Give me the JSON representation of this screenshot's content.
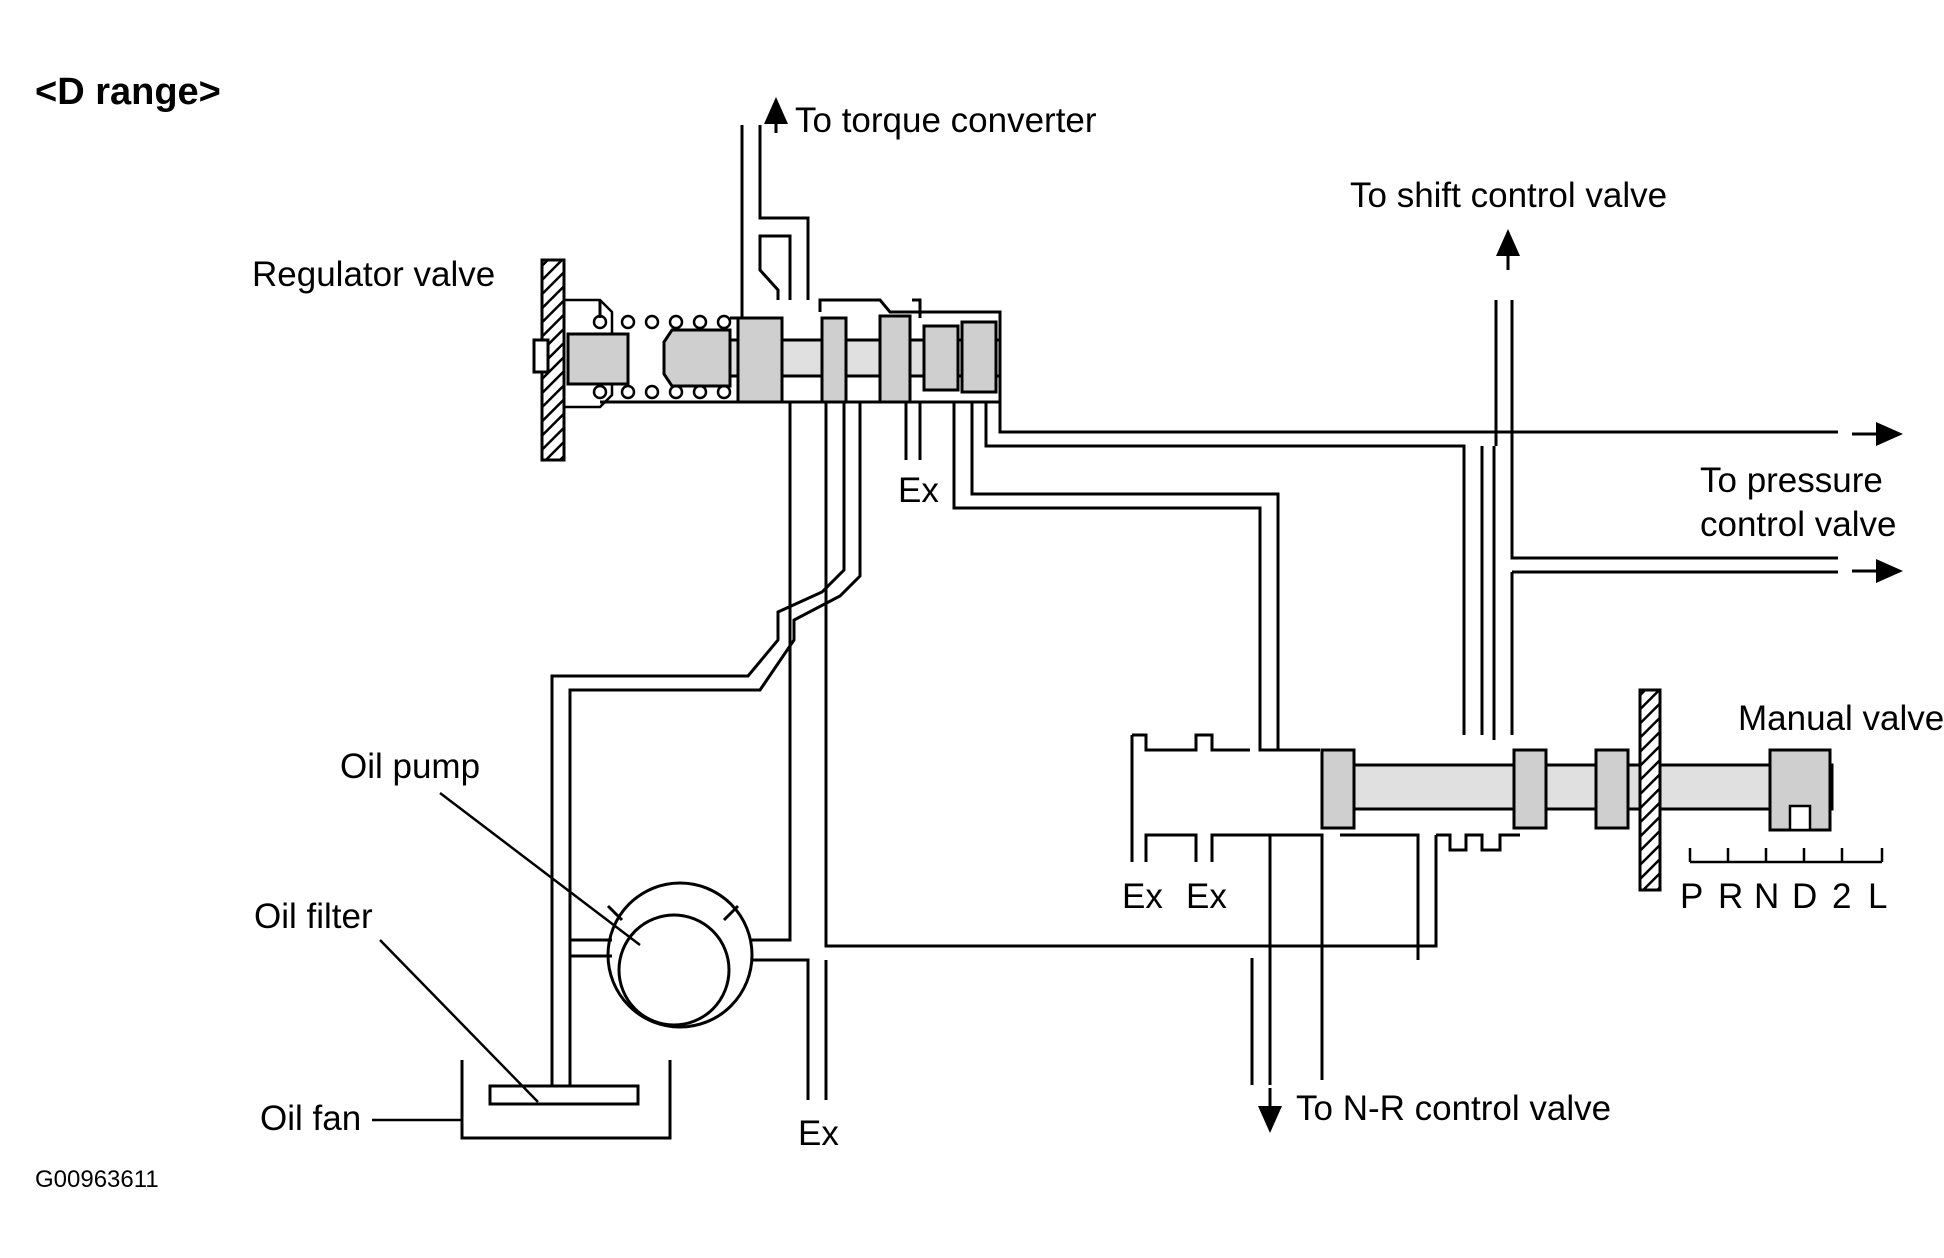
{
  "title": "<D range>",
  "figure_id": "G00963611",
  "labels": {
    "regulator_valve": "Regulator valve",
    "to_torque_converter": "To torque converter",
    "to_shift_control_valve": "To shift control valve",
    "to_pressure_control_valve_line1": "To pressure",
    "to_pressure_control_valve_line2": "control valve",
    "manual_valve": "Manual valve",
    "oil_pump": "Oil pump",
    "oil_filter": "Oil filter",
    "oil_pan": "Oil fan",
    "to_nr_control_valve": "To N-R control valve",
    "exhaust": "Ex"
  },
  "shift_positions": [
    "P",
    "R",
    "N",
    "D",
    "2",
    "L"
  ]
}
